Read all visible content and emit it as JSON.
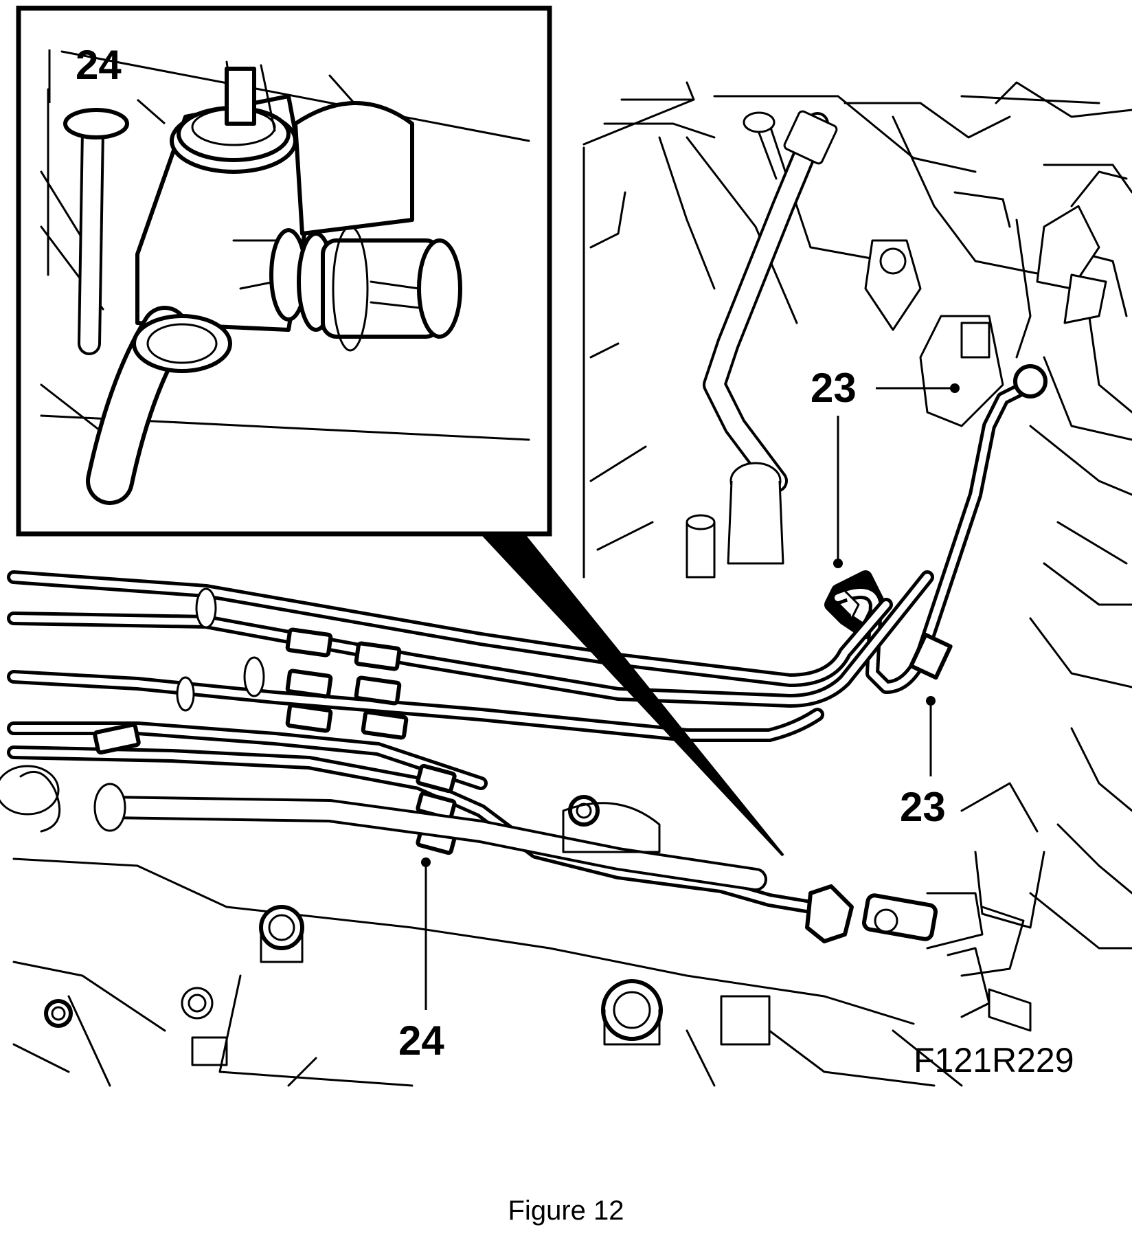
{
  "figure": {
    "caption": "Figure 12",
    "code": "F121R229"
  },
  "callouts": {
    "inset_24": "24",
    "main_24": "24",
    "c23_top": "23",
    "c23_bottom": "23"
  }
}
